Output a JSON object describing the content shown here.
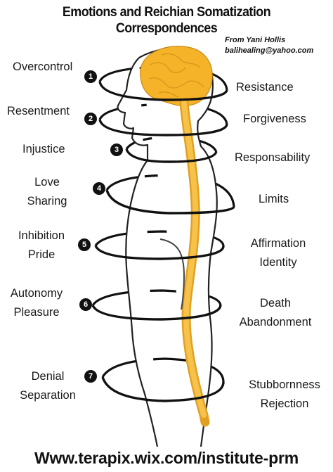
{
  "title": "Emotions and Reichian Somatization Correspondences",
  "credit": {
    "line1": "From Yani Hollis",
    "line2": "balihealing@yahoo.com"
  },
  "levels": [
    {
      "number": "1",
      "left": [
        "Overcontrol"
      ],
      "right": [
        "Resistance"
      ]
    },
    {
      "number": "2",
      "left": [
        "Resentment"
      ],
      "right": [
        "Forgiveness"
      ]
    },
    {
      "number": "3",
      "left": [
        "Injustice"
      ],
      "right": [
        "Responsability"
      ]
    },
    {
      "number": "4",
      "left": [
        "Love",
        "Sharing"
      ],
      "right": [
        "Limits"
      ]
    },
    {
      "number": "5",
      "left": [
        "Inhibition",
        "Pride"
      ],
      "right": [
        "Affirmation",
        "Identity"
      ]
    },
    {
      "number": "6",
      "left": [
        "Autonomy",
        "Pleasure"
      ],
      "right": [
        "Death",
        "Abandonment"
      ]
    },
    {
      "number": "7",
      "left": [
        "Denial",
        "Separation"
      ],
      "right": [
        "Stubbornness",
        "Rejection"
      ]
    }
  ],
  "footer": "Www.terapix.wix.com/institute-prm",
  "colors": {
    "spine": "#f2b636",
    "brain": "#f4b328",
    "outline": "#222222"
  }
}
